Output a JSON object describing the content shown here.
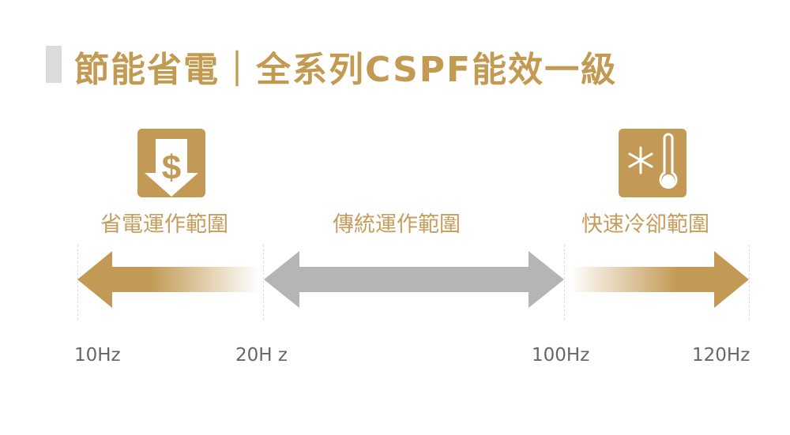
{
  "title": "節能省電｜全系列CSPF能效一級",
  "colors": {
    "gold": "#c29a55",
    "gray": "#b4b5b5"
  },
  "ranges": [
    {
      "label": "省電運作範圍",
      "icon": "dollar-down-arrow-icon"
    },
    {
      "label": "傳統運作範圍"
    },
    {
      "label": "快速冷卻範圍",
      "icon": "snowflake-thermometer-icon"
    }
  ],
  "frequencies": [
    "10Hz",
    "20H z",
    "100Hz",
    "120Hz"
  ]
}
